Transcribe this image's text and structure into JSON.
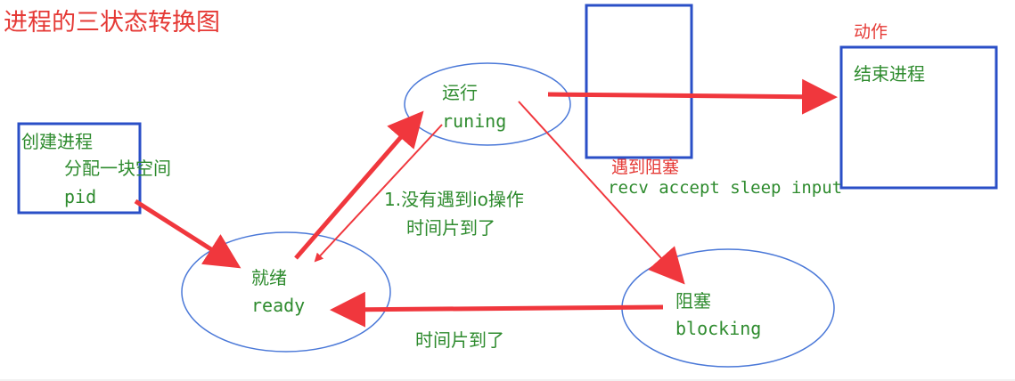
{
  "title": "进程的三状态转换图",
  "colors": {
    "title": "#e53935",
    "red_label": "#e53935",
    "green_text": "#2e8b2e",
    "box_border": "#2a4fc7",
    "ellipse_border": "#4a78d8",
    "arrow": "#f0373d",
    "thin_arrow": "#f0373d"
  },
  "create_box": {
    "heading": "创建进程",
    "line1": "分配一块空间",
    "line2": "pid"
  },
  "states": {
    "running": {
      "cn": "运行",
      "en": "runing"
    },
    "ready": {
      "cn": "就绪",
      "en": "ready"
    },
    "blocking": {
      "cn": "阻塞",
      "en": "blocking"
    }
  },
  "action_label": "动作",
  "end_box": {
    "label": "结束进程"
  },
  "block_event": {
    "label": "遇到阻塞",
    "examples": "recv accept sleep input"
  },
  "running_to_ready": {
    "line1": "1.没有遇到io操作",
    "line2": "时间片到了"
  },
  "blocking_to_ready": "时间片到了"
}
